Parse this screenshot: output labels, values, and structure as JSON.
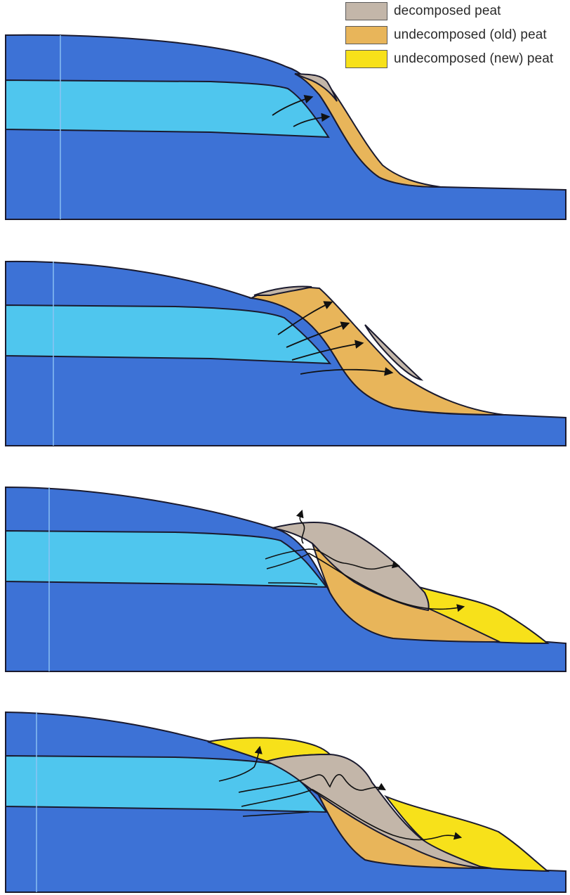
{
  "legend": {
    "items": [
      {
        "label": "decomposed peat",
        "color": "#c3b6a9"
      },
      {
        "label": "undecomposed (old) peat",
        "color": "#e8b55a"
      },
      {
        "label": "undecomposed (new) peat",
        "color": "#f7e11a"
      }
    ]
  },
  "colors": {
    "deep_blue": "#3d72d6",
    "light_blue": "#4fc6ee",
    "outline": "#1a1a2e",
    "arrow": "#111111"
  }
}
